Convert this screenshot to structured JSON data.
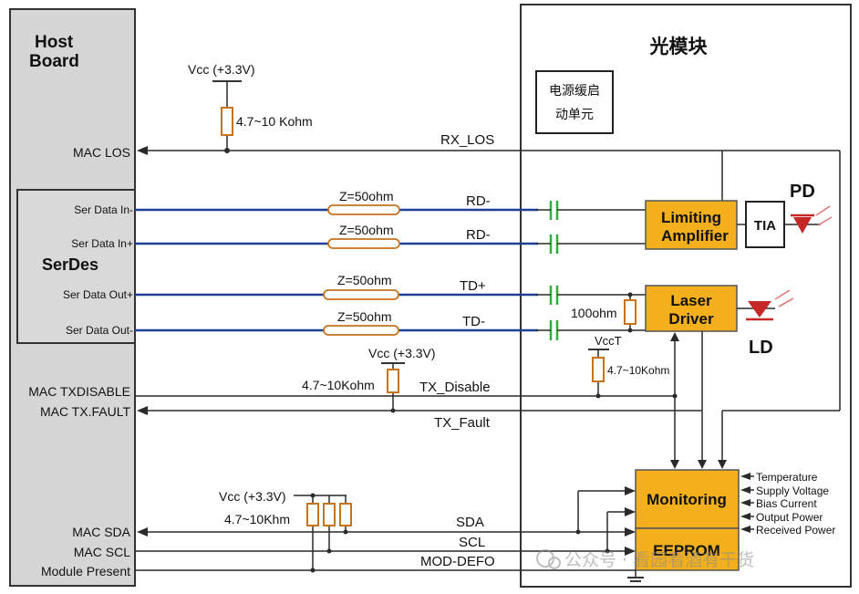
{
  "host": {
    "title_line1": "Host",
    "title_line2": "Board"
  },
  "serdes": {
    "title": "SerDes"
  },
  "module": {
    "title": "光模块"
  },
  "soft_start": {
    "line1": "电源缓启",
    "line2": "动单元"
  },
  "host_signals": {
    "mac_los": "MAC LOS",
    "ser_data_in_minus": "Ser Data In-",
    "ser_data_in_plus": "Ser Data In+",
    "ser_data_out_plus": "Ser Data Out+",
    "ser_data_out_minus": "Ser Data Out-",
    "mac_txdisable": "MAC TXDISABLE",
    "mac_txfault": "MAC TX.FAULT",
    "mac_sda": "MAC SDA",
    "mac_scl": "MAC SCL",
    "module_present": "Module Present"
  },
  "line_labels": {
    "rx_los": "RX_LOS",
    "rd_minus_1": "RD-",
    "rd_minus_2": "RD-",
    "td_plus": "TD+",
    "td_minus": "TD-",
    "tx_disable": "TX_Disable",
    "tx_fault": "TX_Fault",
    "sda": "SDA",
    "scl": "SCL",
    "mod_def": "MOD-DEFO"
  },
  "impedance": [
    "Z=50ohm",
    "Z=50ohm",
    "Z=50ohm",
    "Z=50ohm"
  ],
  "vcc": {
    "top": "Vcc (+3.3V)",
    "mid": "Vcc (+3.3V)",
    "bottom": "Vcc (+3.3V)",
    "module": "VccT"
  },
  "resistors": {
    "r_top": "4.7~10 Kohm",
    "r_mid": "4.7~10Kohm",
    "r_bottom": "4.7~10Khm",
    "r_module": "4.7~10Kohm",
    "r_termination": "100ohm"
  },
  "blocks": {
    "limiting_amp_1": "Limiting",
    "limiting_amp_2": "Amplifier",
    "tia": "TIA",
    "laser_driver_1": "Laser",
    "laser_driver_2": "Driver",
    "monitoring": "Monitoring",
    "eeprom": "EEPROM",
    "pd": "PD",
    "ld": "LD"
  },
  "monitor_inputs": [
    "Temperature",
    "Supply Voltage",
    "Bias Current",
    "Output Power",
    "Received Power"
  ],
  "watermark": "公众号 · 看园看酒有干货",
  "colors": {
    "block_orange": "#f3b01c",
    "diff_line_blue": "#1f3f96",
    "capacitor_green": "#2fae3c",
    "resistor_orange": "#c8731c",
    "diode_red": "#c62828"
  }
}
